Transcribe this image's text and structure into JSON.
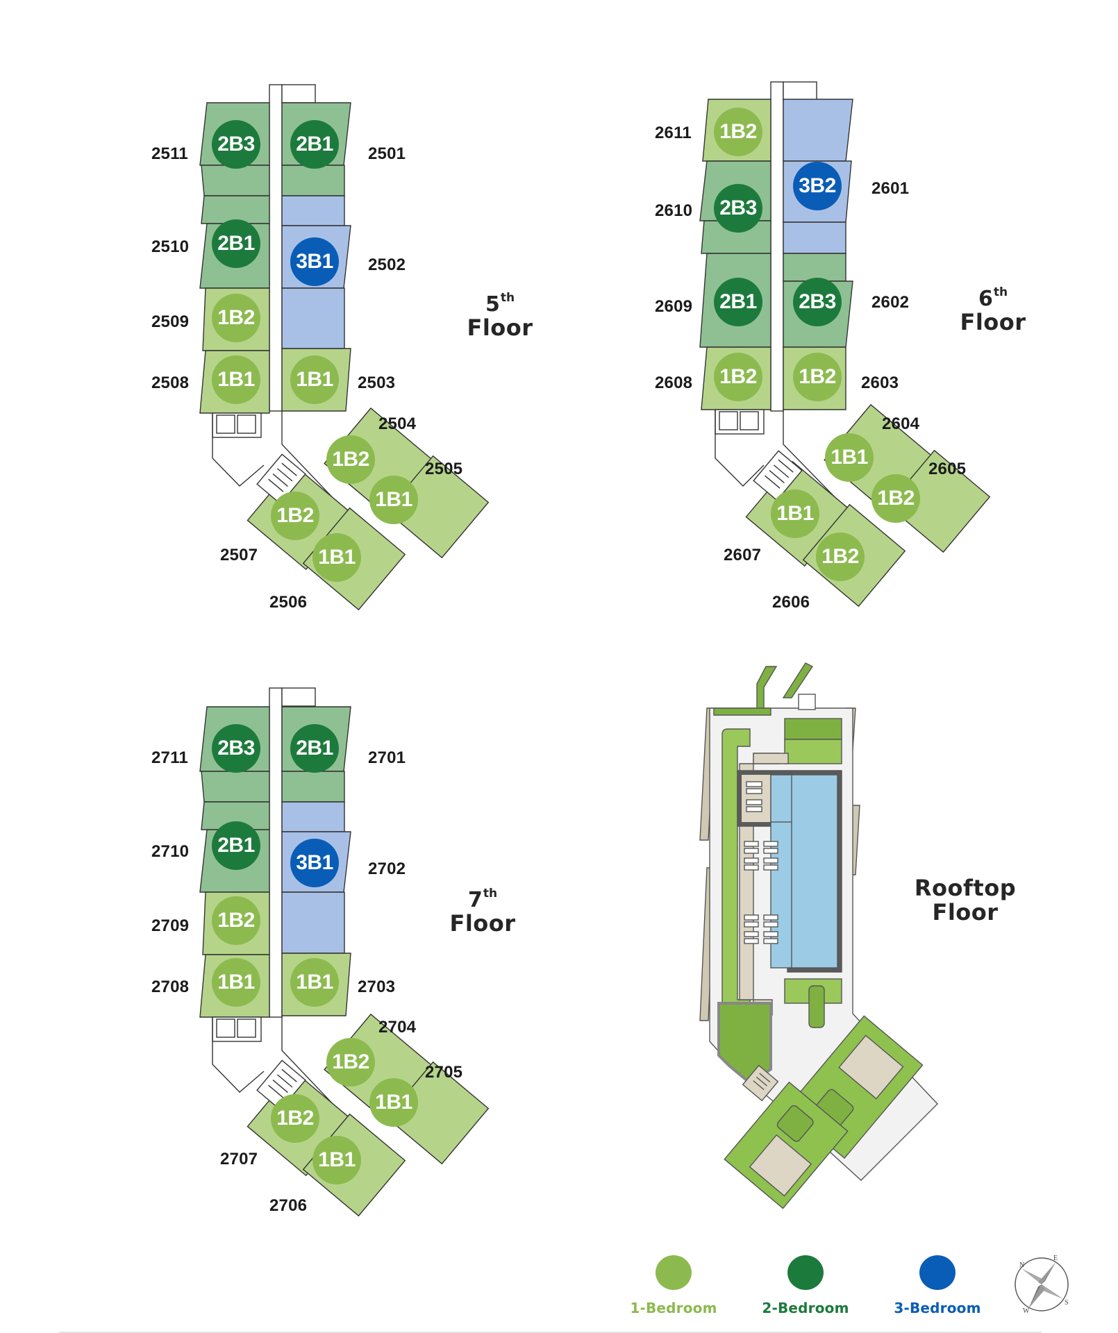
{
  "legend": {
    "items": [
      {
        "label": "1-Bedroom",
        "color": "#8cba4f"
      },
      {
        "label": "2-Bedroom",
        "color": "#1d7a3d"
      },
      {
        "label": "3-Bedroom",
        "color": "#0a5db6"
      }
    ],
    "compass": {
      "n": "N",
      "e": "E",
      "s": "S",
      "w": "W"
    }
  },
  "colors": {
    "one_bed_fill": "#b5d48a",
    "two_bed_fill": "#8fc093",
    "three_bed_fill": "#a9c0e6",
    "one_bed_badge": "#8cba4f",
    "two_bed_badge": "#1d7a3d",
    "three_bed_badge": "#0a5db6",
    "pool": "#9ccbe5",
    "lawn": "#8fc14f",
    "deck": "#ddd6c4"
  },
  "floors": [
    {
      "id": "5",
      "title_num": "5",
      "title_sup": "th",
      "title_word": "Floor",
      "units": [
        {
          "no": "2511",
          "type": "2B3"
        },
        {
          "no": "2501",
          "type": "2B1"
        },
        {
          "no": "2510",
          "type": "2B1"
        },
        {
          "no": "2502",
          "type": "3B1"
        },
        {
          "no": "2509",
          "type": "1B2"
        },
        {
          "no": "2508",
          "type": "1B1"
        },
        {
          "no": "2503",
          "type": "1B1"
        },
        {
          "no": "2504",
          "type": "1B2"
        },
        {
          "no": "2505",
          "type": "1B1"
        },
        {
          "no": "2507",
          "type": "1B2"
        },
        {
          "no": "2506",
          "type": "1B1"
        }
      ]
    },
    {
      "id": "6",
      "title_num": "6",
      "title_sup": "th",
      "title_word": "Floor",
      "units": [
        {
          "no": "2611",
          "type": "1B2"
        },
        {
          "no": "2601",
          "type": "3B2"
        },
        {
          "no": "2610",
          "type": "2B3"
        },
        {
          "no": "2609",
          "type": "2B1"
        },
        {
          "no": "2602",
          "type": "2B3"
        },
        {
          "no": "2608",
          "type": "1B2"
        },
        {
          "no": "2603",
          "type": "1B2"
        },
        {
          "no": "2604",
          "type": "1B1"
        },
        {
          "no": "2605",
          "type": "1B2"
        },
        {
          "no": "2607",
          "type": "1B1"
        },
        {
          "no": "2606",
          "type": "1B2"
        }
      ]
    },
    {
      "id": "7",
      "title_num": "7",
      "title_sup": "th",
      "title_word": "Floor",
      "units": [
        {
          "no": "2711",
          "type": "2B3"
        },
        {
          "no": "2701",
          "type": "2B1"
        },
        {
          "no": "2710",
          "type": "2B1"
        },
        {
          "no": "2702",
          "type": "3B1"
        },
        {
          "no": "2709",
          "type": "1B2"
        },
        {
          "no": "2708",
          "type": "1B1"
        },
        {
          "no": "2703",
          "type": "1B1"
        },
        {
          "no": "2704",
          "type": "1B2"
        },
        {
          "no": "2705",
          "type": "1B1"
        },
        {
          "no": "2707",
          "type": "1B2"
        },
        {
          "no": "2706",
          "type": "1B1"
        }
      ]
    },
    {
      "id": "rooftop",
      "title_line1": "Rooftop",
      "title_word": "Floor"
    }
  ]
}
